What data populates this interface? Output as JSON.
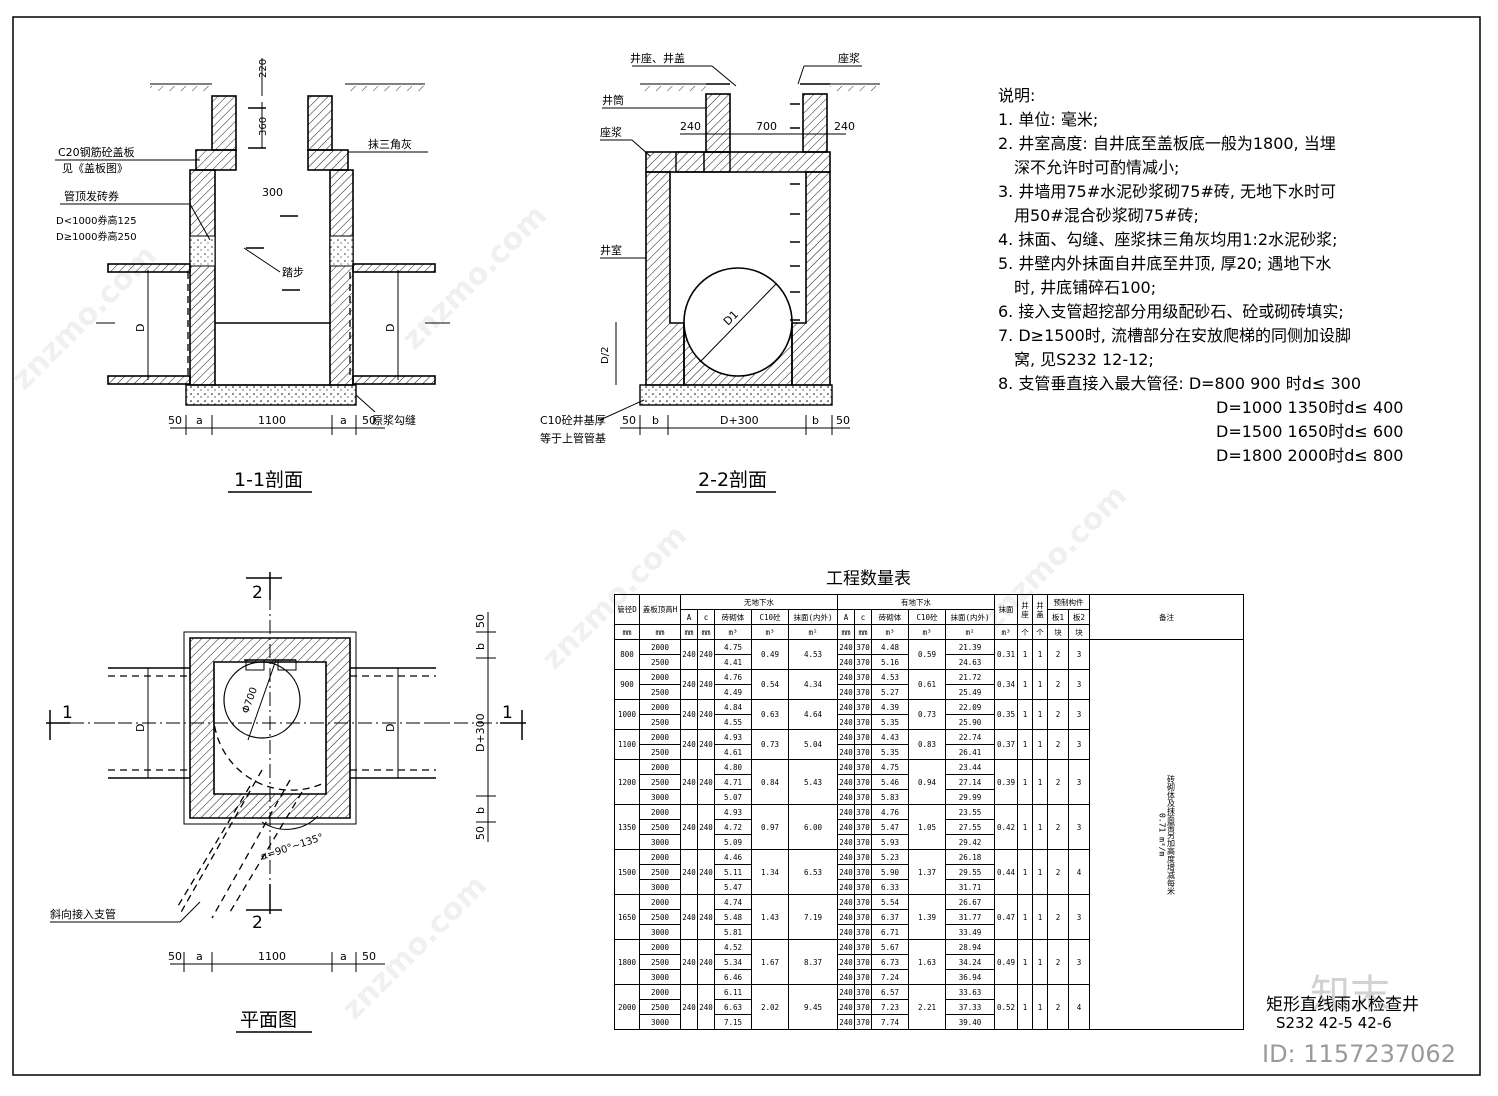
{
  "section_1": {
    "title": "1-1剖面",
    "dims": {
      "top": "220",
      "upper": "360",
      "step": "300",
      "bottom_left": "50",
      "a_left": "a",
      "mid": "1100",
      "a_right": "a",
      "bottom_right": "50",
      "D_left": "D",
      "D_right": "D"
    },
    "labels": {
      "cover": "C20钢筋砼盖板",
      "cover_ref": "见《盖板图》",
      "arch": "管顶发砖券",
      "arch_1": "D<1000券高125",
      "arch_2": "D≥1000券高250",
      "triangle": "抹三角灰",
      "ladder": "踏步",
      "bed": "原浆勾缝"
    }
  },
  "section_2": {
    "title": "2-2剖面",
    "dims": {
      "left_wall": "240",
      "opening": "700",
      "right_wall": "240",
      "bottom_left": "50",
      "b_left": "b",
      "mid": "D+300",
      "b_right": "b",
      "bottom_right": "50",
      "half": "D/2",
      "diameter": "D1"
    },
    "labels": {
      "frame_cover": "井座、井盖",
      "mortar_right": "座浆",
      "shaft": "井筒",
      "mortar_left": "座浆",
      "chamber": "井室",
      "base_1": "C10砼井基厚",
      "base_2": "等于上管管基"
    }
  },
  "plan": {
    "title": "平面图",
    "sec_top": "2",
    "sec_bottom": "2",
    "sec_left": "1",
    "sec_right": "1",
    "circle": "Φ700",
    "angle": "α=90°~135°",
    "branch": "斜向接入支管",
    "dims_bottom": {
      "left": "50",
      "a_left": "a",
      "mid": "1100",
      "a_right": "a",
      "right": "50"
    },
    "dims_right": {
      "top": "50",
      "b_top": "b",
      "mid": "D+300",
      "b_bottom": "b",
      "bottom": "50"
    },
    "D_left": "D",
    "D_right": "D"
  },
  "notes": {
    "heading": "说明:",
    "items": [
      "1. 单位: 毫米;",
      "2. 井室高度: 自井底至盖板底一般为1800, 当埋",
      "深不允许时可酌情减小;",
      "3. 井墙用75#水泥砂浆砌75#砖, 无地下水时可",
      "用50#混合砂浆砌75#砖;",
      "4. 抹面、勾缝、座浆抹三角灰均用1:2水泥砂浆;",
      "5. 井壁内外抹面自井底至井顶, 厚20; 遇地下水",
      "时, 井底铺碎石100;",
      "6. 接入支管超挖部分用级配砂石、砼或砌砖填实;",
      "7. D≥1500时, 流槽部分在安放爬梯的同侧加设脚",
      "窝, 见S232 12-12;",
      "8. 支管垂直接入最大管径: D=800  900 时d≤ 300"
    ],
    "pipe_rows": [
      "D=1000  1350时d≤ 400",
      "D=1500  1650时d≤ 600",
      "D=1800  2000时d≤ 800"
    ]
  },
  "quantity_table": {
    "title": "工程数量表",
    "header": {
      "col_D": "管径D",
      "col_H": "盖板顶高H",
      "group_dry": "无地下水",
      "group_wet": "有地下水",
      "plaster": "抹面",
      "frame": "井座",
      "cover": "井盖",
      "precast": "预制构件",
      "slab1": "板1",
      "slab2": "板2",
      "remark": "备注",
      "A": "A",
      "c": "c",
      "brick": "砖砌体",
      "concrete": "C10砼",
      "plaster_m2": "抹面(内外)",
      "unit_mm": "mm",
      "unit_m3": "m³",
      "unit_m2": "m²",
      "unit_pc": "个",
      "unit_blk": "块"
    },
    "rows": [
      {
        "D": "800",
        "H": [
          "2000",
          "2500"
        ],
        "A": "240",
        "c": "240",
        "brick": [
          "4.75",
          "4.41"
        ],
        "c10": "0.49",
        "plaster": "4.53",
        "wet_A": [
          "240",
          "240"
        ],
        "wet_c": [
          "370",
          "370"
        ],
        "wet_brick": [
          "4.48",
          "5.16"
        ],
        "wet_c10": "0.59",
        "wet_plaster": [
          "21.39",
          "24.63"
        ],
        "m": "0.31",
        "frame": "1",
        "cover": "1",
        "s1": "2",
        "s2": "3"
      },
      {
        "D": "900",
        "H": [
          "2000",
          "2500"
        ],
        "A": "240",
        "c": "240",
        "brick": [
          "4.76",
          "4.49"
        ],
        "c10": "0.54",
        "plaster": "4.34",
        "wet_A": [
          "240",
          "240"
        ],
        "wet_c": [
          "370",
          "370"
        ],
        "wet_brick": [
          "4.53",
          "5.27"
        ],
        "wet_c10": "0.61",
        "wet_plaster": [
          "21.72",
          "25.49"
        ],
        "m": "0.34",
        "frame": "1",
        "cover": "1",
        "s1": "2",
        "s2": "3"
      },
      {
        "D": "1000",
        "H": [
          "2000",
          "2500"
        ],
        "A": "240",
        "c": "240",
        "brick": [
          "4.84",
          "4.55"
        ],
        "c10": "0.63",
        "plaster": "4.64",
        "wet_A": [
          "240",
          "240"
        ],
        "wet_c": [
          "370",
          "370"
        ],
        "wet_brick": [
          "4.39",
          "5.35"
        ],
        "wet_c10": "0.73",
        "wet_plaster": [
          "22.09",
          "25.90"
        ],
        "m": "0.35",
        "frame": "1",
        "cover": "1",
        "s1": "2",
        "s2": "3"
      },
      {
        "D": "1100",
        "H": [
          "2000",
          "2500"
        ],
        "A": "240",
        "c": "240",
        "brick": [
          "4.93",
          "4.61"
        ],
        "c10": "0.73",
        "plaster": "5.04",
        "wet_A": [
          "240",
          "240"
        ],
        "wet_c": [
          "370",
          "370"
        ],
        "wet_brick": [
          "4.43",
          "5.35"
        ],
        "wet_c10": "0.83",
        "wet_plaster": [
          "22.74",
          "26.41"
        ],
        "m": "0.37",
        "frame": "1",
        "cover": "1",
        "s1": "2",
        "s2": "3"
      },
      {
        "D": "1200",
        "H": [
          "2000",
          "2500",
          "3000"
        ],
        "A": "240",
        "c": "240",
        "brick": [
          "4.80",
          "4.71",
          "5.07"
        ],
        "c10": "0.84",
        "plaster": "5.43",
        "wet_A": [
          "240",
          "240",
          "240"
        ],
        "wet_c": [
          "370",
          "370",
          "370"
        ],
        "wet_brick": [
          "4.75",
          "5.46",
          "5.83"
        ],
        "wet_c10": "0.94",
        "wet_plaster": [
          "23.44",
          "27.14",
          "29.99"
        ],
        "m": "0.39",
        "frame": "1",
        "cover": "1",
        "s1": "2",
        "s2": "3"
      },
      {
        "D": "1350",
        "H": [
          "2000",
          "2500",
          "3000"
        ],
        "A": "240",
        "c": "240",
        "brick": [
          "4.93",
          "4.72",
          "5.09"
        ],
        "c10": "0.97",
        "plaster": "6.00",
        "wet_A": [
          "240",
          "240",
          "240"
        ],
        "wet_c": [
          "370",
          "370",
          "370"
        ],
        "wet_brick": [
          "4.76",
          "5.47",
          "5.93"
        ],
        "wet_c10": "1.05",
        "wet_plaster": [
          "23.55",
          "27.55",
          "29.42"
        ],
        "m": "0.42",
        "frame": "1",
        "cover": "1",
        "s1": "2",
        "s2": "3"
      },
      {
        "D": "1500",
        "H": [
          "2000",
          "2500",
          "3000"
        ],
        "A": "240",
        "c": "240",
        "brick": [
          "4.46",
          "5.11",
          "5.47"
        ],
        "c10": "1.34",
        "plaster": "6.53",
        "wet_A": [
          "240",
          "240",
          "240"
        ],
        "wet_c": [
          "370",
          "370",
          "370"
        ],
        "wet_brick": [
          "5.23",
          "5.90",
          "6.33"
        ],
        "wet_c10": "1.37",
        "wet_plaster": [
          "26.18",
          "29.55",
          "31.71"
        ],
        "m": "0.44",
        "frame": "1",
        "cover": "1",
        "s1": "2",
        "s2": "4"
      },
      {
        "D": "1650",
        "H": [
          "2000",
          "2500",
          "3000"
        ],
        "A": "240",
        "c": "240",
        "brick": [
          "4.74",
          "5.48",
          "5.81"
        ],
        "c10": "1.43",
        "plaster": "7.19",
        "wet_A": [
          "240",
          "240",
          "240"
        ],
        "wet_c": [
          "370",
          "370",
          "370"
        ],
        "wet_brick": [
          "5.54",
          "6.37",
          "6.71"
        ],
        "wet_c10": "1.39",
        "wet_plaster": [
          "26.67",
          "31.77",
          "33.49"
        ],
        "m": "0.47",
        "frame": "1",
        "cover": "1",
        "s1": "2",
        "s2": "3"
      },
      {
        "D": "1800",
        "H": [
          "2000",
          "2500",
          "3000"
        ],
        "A": "240",
        "c": "240",
        "brick": [
          "4.52",
          "5.34",
          "6.46"
        ],
        "c10": "1.67",
        "plaster": "8.37",
        "wet_A": [
          "240",
          "240",
          "240"
        ],
        "wet_c": [
          "370",
          "370",
          "370"
        ],
        "wet_brick": [
          "5.67",
          "6.73",
          "7.24"
        ],
        "wet_c10": "1.63",
        "wet_plaster": [
          "28.94",
          "34.24",
          "36.94"
        ],
        "m": "0.49",
        "frame": "1",
        "cover": "1",
        "s1": "2",
        "s2": "3"
      },
      {
        "D": "2000",
        "H": [
          "2000",
          "2500",
          "3000"
        ],
        "A": "240",
        "c": "240",
        "brick": [
          "6.11",
          "6.63",
          "7.15"
        ],
        "c10": "2.02",
        "plaster": "9.45",
        "wet_A": [
          "240",
          "240",
          "240"
        ],
        "wet_c": [
          "370",
          "370",
          "370"
        ],
        "wet_brick": [
          "6.57",
          "7.23",
          "7.74"
        ],
        "wet_c10": "2.21",
        "wet_plaster": [
          "33.63",
          "37.33",
          "39.40"
        ],
        "m": "0.52",
        "frame": "1",
        "cover": "1",
        "s1": "2",
        "s2": "4"
      }
    ],
    "remark_text": "砖砌体及抹面需另加高度增减每米",
    "remark_unit": "0.71 m³/m"
  },
  "title_block": {
    "title": "矩形直线雨水检查井",
    "code": "S232  42-5 42-6"
  },
  "watermark": {
    "id": "ID: 1157237062",
    "logo": "知末",
    "site": "znzmo.com"
  }
}
